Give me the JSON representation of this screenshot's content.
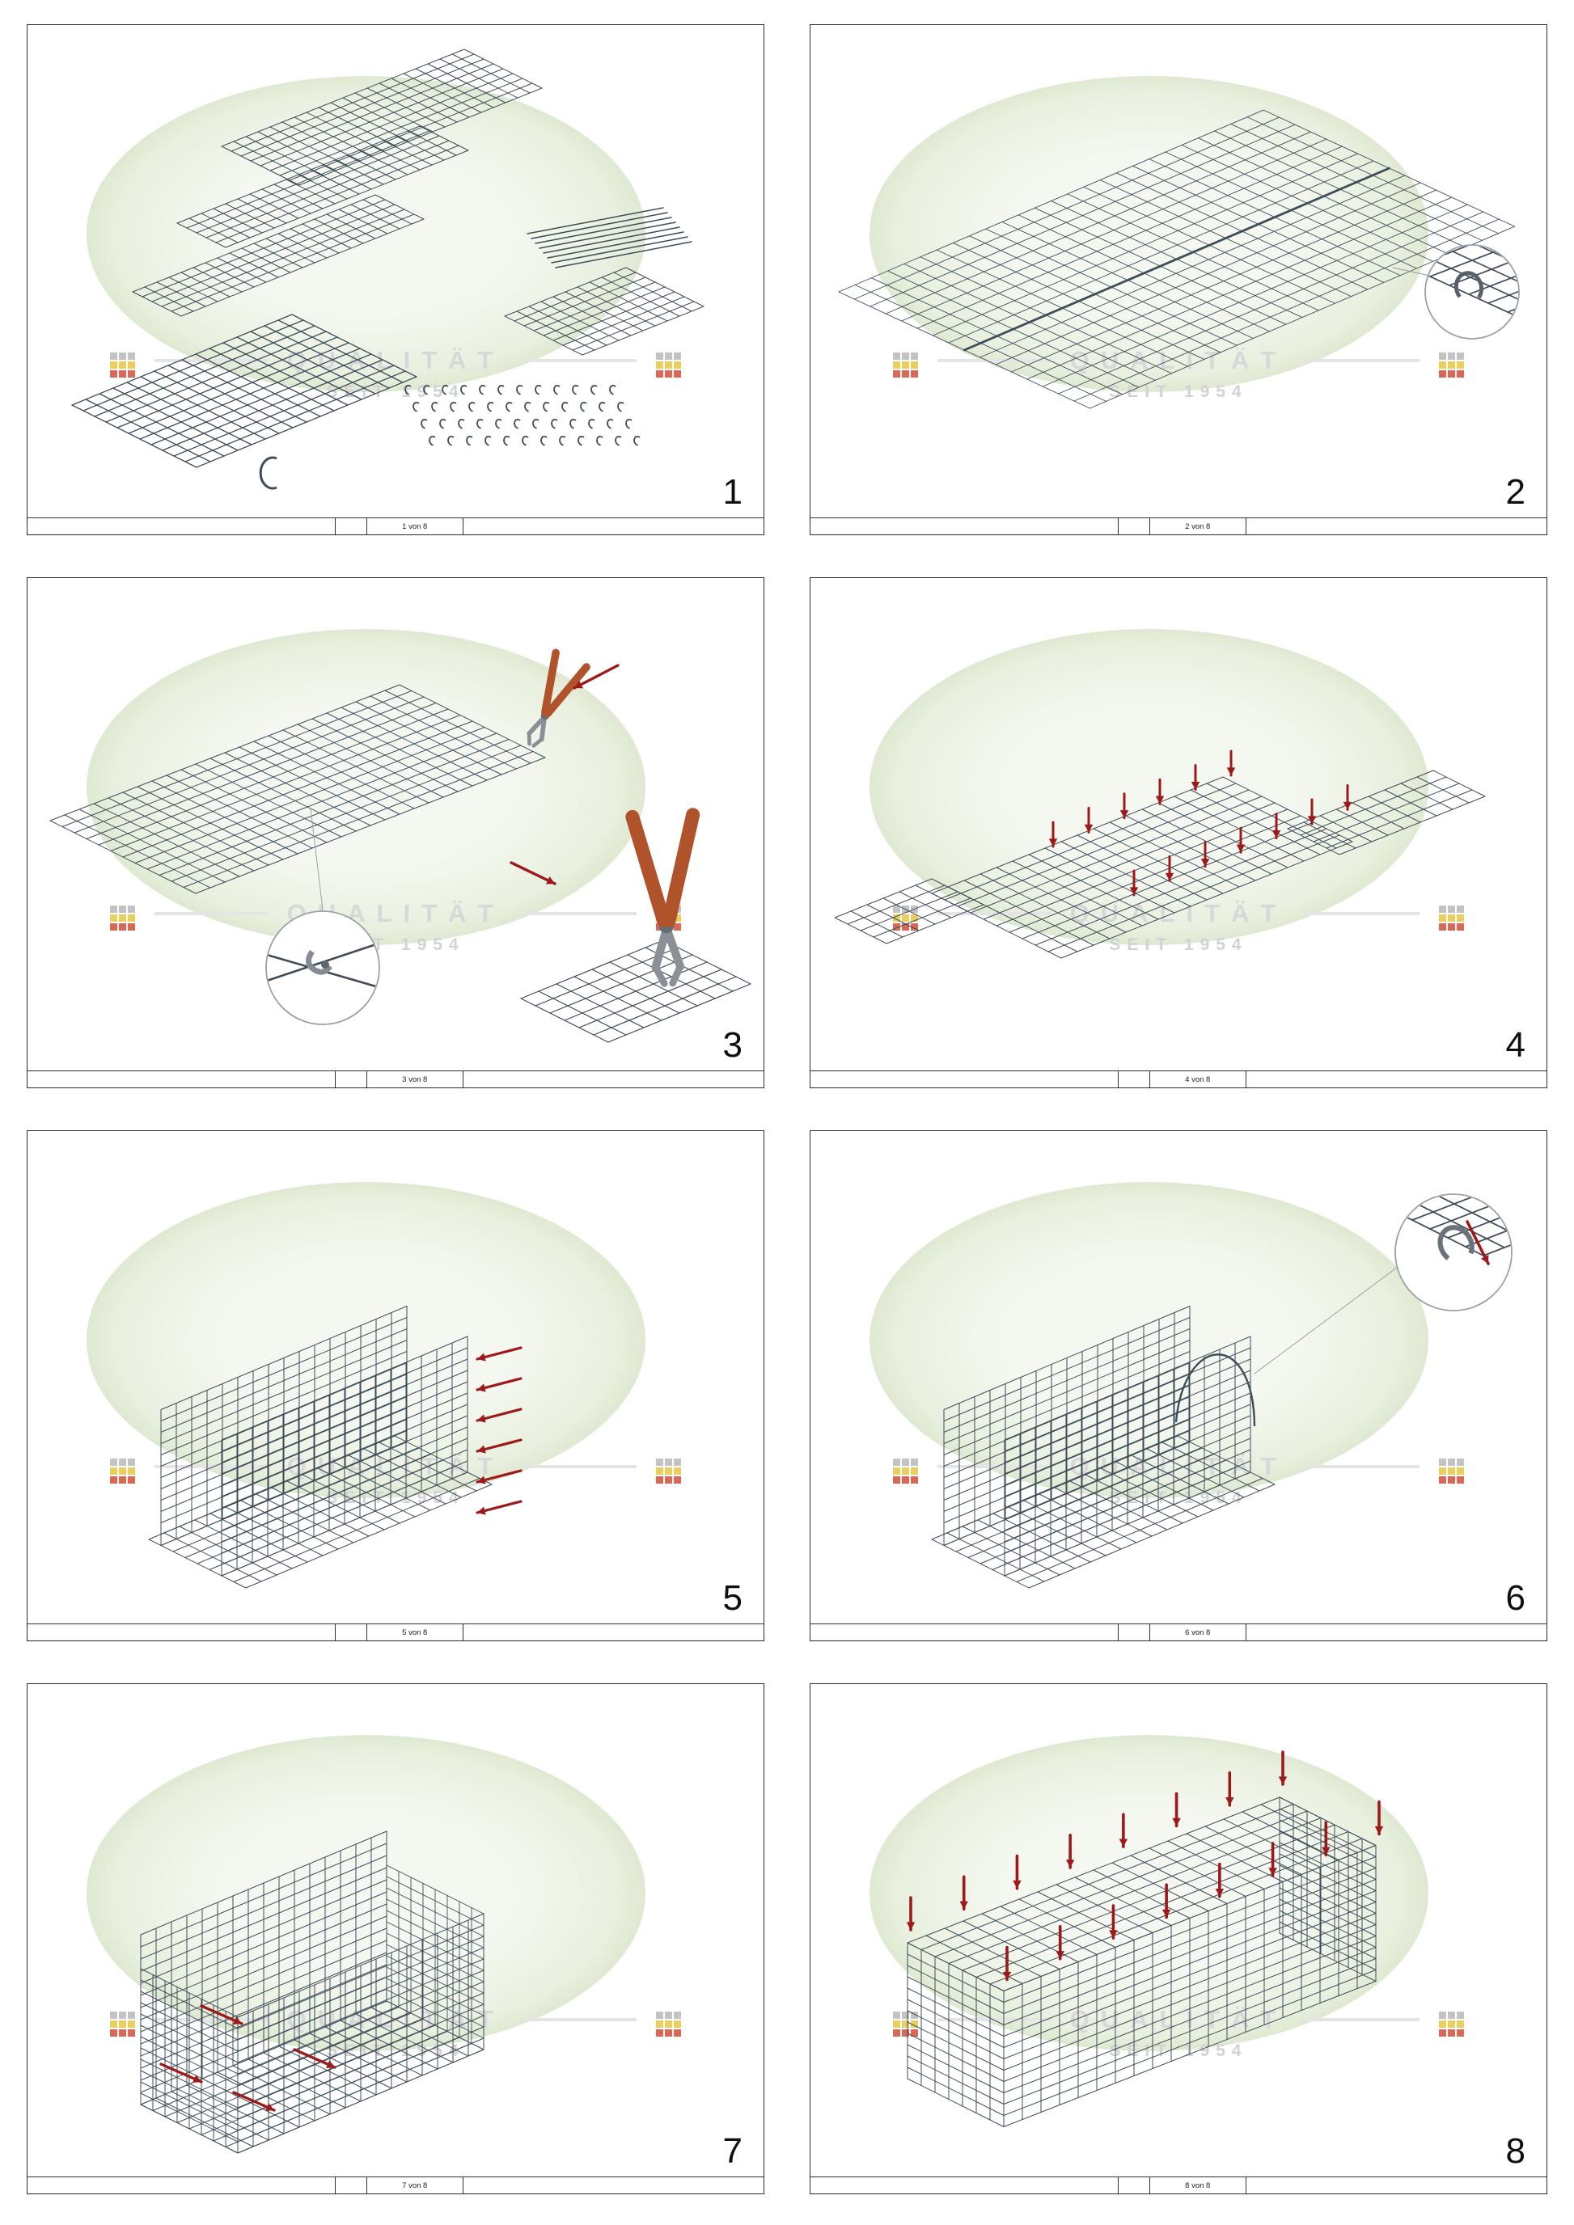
{
  "watermark": {
    "brand_line": "QUALITÄT",
    "since_line": "SEIT 1954"
  },
  "steps": [
    {
      "number": "1",
      "page_label": "1 von 8"
    },
    {
      "number": "2",
      "page_label": "2 von 8"
    },
    {
      "number": "3",
      "page_label": "3 von 8"
    },
    {
      "number": "4",
      "page_label": "4 von 8"
    },
    {
      "number": "5",
      "page_label": "5 von 8"
    },
    {
      "number": "6",
      "page_label": "6 von 8"
    },
    {
      "number": "7",
      "page_label": "7 von 8"
    },
    {
      "number": "8",
      "page_label": "8 von 8"
    }
  ]
}
